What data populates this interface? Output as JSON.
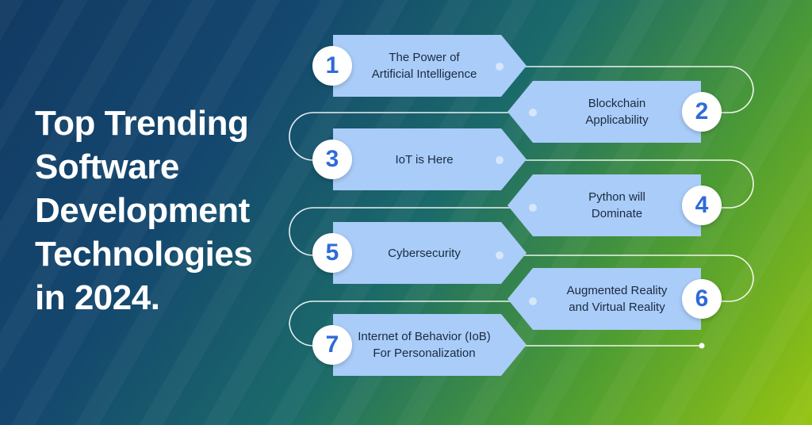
{
  "title_lines": [
    "Top Trending",
    "Software",
    "Development",
    "Technologies",
    "in 2024."
  ],
  "steps": [
    {
      "number": "1",
      "text": "The Power of\nArtificial Intelligence"
    },
    {
      "number": "2",
      "text": "Blockchain\nApplicability"
    },
    {
      "number": "3",
      "text": "IoT is Here"
    },
    {
      "number": "4",
      "text": "Python will\nDominate"
    },
    {
      "number": "5",
      "text": "Cybersecurity"
    },
    {
      "number": "6",
      "text": "Augmented Reality\nand Virtual Reality"
    },
    {
      "number": "7",
      "text": "Internet of Behavior (IoB)\nFor Personalization"
    }
  ],
  "colors": {
    "card": "#a9ccf8",
    "number_text": "#2f6bd8",
    "title_text": "#ffffff",
    "background_start": "#123a63",
    "background_end": "#96c411"
  }
}
